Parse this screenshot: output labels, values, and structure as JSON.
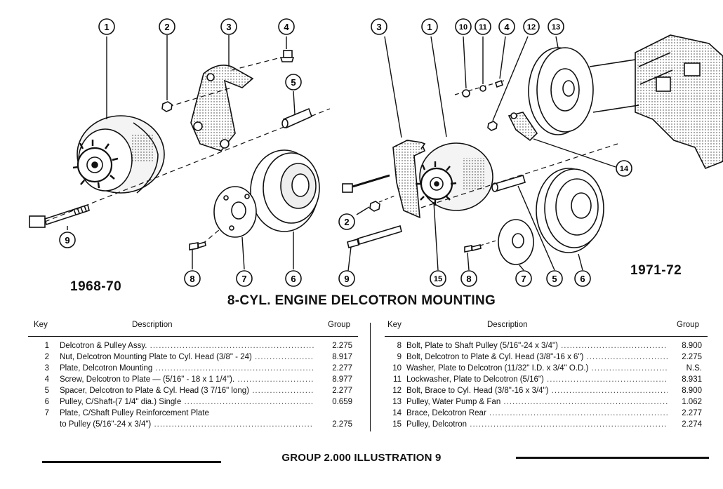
{
  "diagram": {
    "left_callouts": [
      "1",
      "2",
      "3",
      "4",
      "5",
      "9",
      "8",
      "7",
      "6"
    ],
    "right_callouts": [
      "3",
      "1",
      "10",
      "11",
      "4",
      "12",
      "13",
      "14",
      "2",
      "9",
      "15",
      "8",
      "7",
      "5",
      "6"
    ],
    "year_left": "1968-70",
    "year_right": "1971-72"
  },
  "title": "8-CYL. ENGINE DELCOTRON MOUNTING",
  "table_headers": {
    "key": "Key",
    "description": "Description",
    "group": "Group"
  },
  "parts_left": [
    {
      "key": "1",
      "desc": "Delcotron & Pulley Assy.",
      "group": "2.275"
    },
    {
      "key": "2",
      "desc": "Nut, Delcotron Mounting Plate to Cyl. Head (3/8\" - 24)",
      "group": "8.917"
    },
    {
      "key": "3",
      "desc": "Plate, Delcotron Mounting",
      "group": "2.277"
    },
    {
      "key": "4",
      "desc": "Screw, Delcotron to Plate — (5/16\" - 18 x 1 1/4\").",
      "group": "8.977"
    },
    {
      "key": "5",
      "desc": "Spacer, Delcotron to Plate & Cyl. Head (3 7/16\" long)",
      "group": "2.277"
    },
    {
      "key": "6",
      "desc": "Pulley, C/Shaft-(7 1/4\" dia.) Single",
      "group": "0.659"
    },
    {
      "key": "7",
      "desc": "Plate, C/Shaft Pulley Reinforcement Plate",
      "group": ""
    },
    {
      "key": "",
      "desc": "to Pulley (5/16\"-24 x 3/4\")",
      "group": "2.275"
    }
  ],
  "parts_right": [
    {
      "key": "8",
      "desc": "Bolt, Plate to Shaft Pulley (5/16\"-24 x 3/4\")",
      "group": "8.900"
    },
    {
      "key": "9",
      "desc": "Bolt, Delcotron to Plate & Cyl. Head (3/8\"-16 x 6\")",
      "group": "2.275"
    },
    {
      "key": "10",
      "desc": "Washer, Plate to Delcotron (11/32\" I.D. x 3/4\" O.D.)",
      "group": "N.S."
    },
    {
      "key": "11",
      "desc": "Lockwasher, Plate to Delcotron (5/16\")",
      "group": "8.931"
    },
    {
      "key": "12",
      "desc": "Bolt, Brace to Cyl. Head (3/8\"-16 x 3/4\")",
      "group": "8.900"
    },
    {
      "key": "13",
      "desc": "Pulley, Water Pump & Fan",
      "group": "1.062"
    },
    {
      "key": "14",
      "desc": "Brace, Delcotron Rear",
      "group": "2.277"
    },
    {
      "key": "15",
      "desc": "Pulley, Delcotron",
      "group": "2.274"
    }
  ],
  "footer": "GROUP 2.000 ILLUSTRATION 9"
}
